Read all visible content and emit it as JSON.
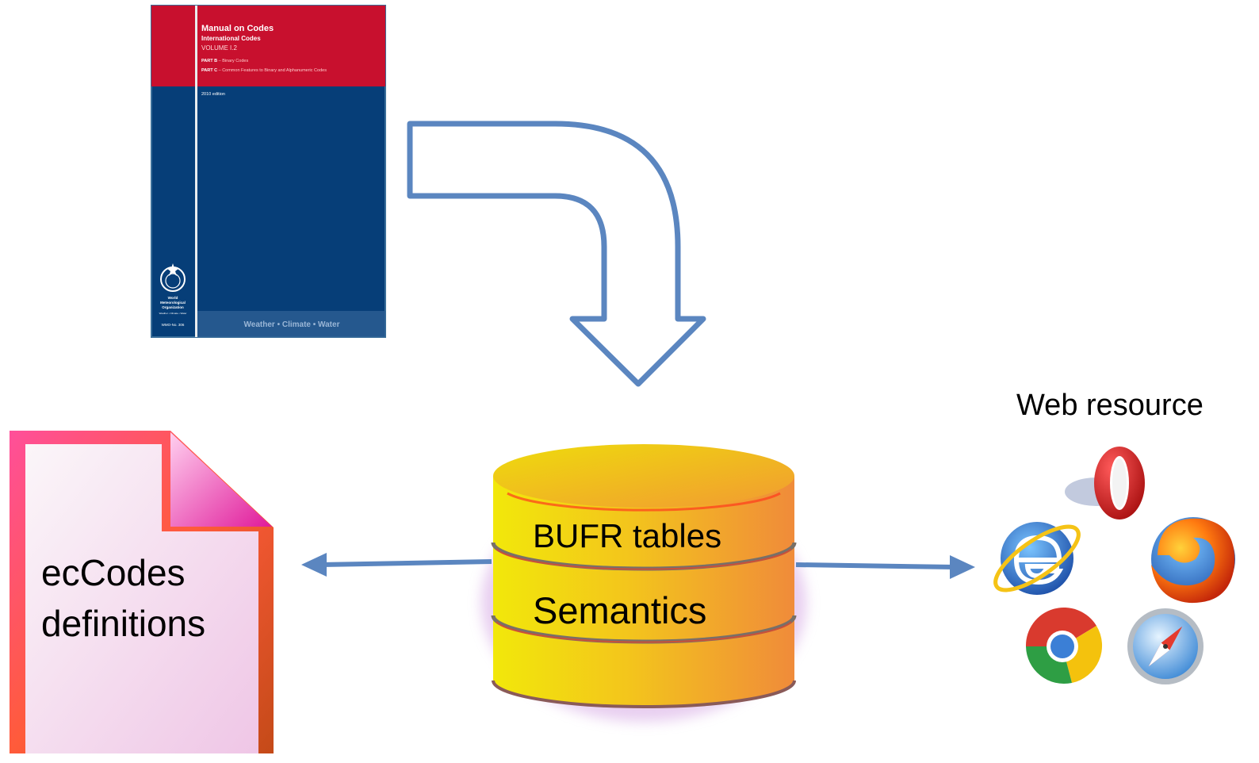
{
  "manual": {
    "title": "Manual on Codes",
    "subtitle": "International Codes",
    "volume": "VOLUME I.2",
    "part_b_prefix": "PART B",
    "part_b_text": " – Binary Codes",
    "part_c_prefix": "PART C",
    "part_c_text": " – Common Features to Binary and Alphanumeric Codes",
    "edition": "2010 edition",
    "org_line1": "World",
    "org_line2": "Meteorological",
    "org_line3": "Organization",
    "org_line4": "Weather • Climate • Water",
    "doc_number": "WMO-No. 306",
    "footer_tagline": "Weather • Climate • Water"
  },
  "database": {
    "line1": "BUFR tables",
    "line2": "Semantics"
  },
  "definitions_doc": {
    "line1": "ecCodes",
    "line2": "definitions"
  },
  "web": {
    "label": "Web resource",
    "icons": [
      "opera-icon",
      "internet-explorer-icon",
      "firefox-icon",
      "chrome-icon",
      "safari-icon"
    ]
  },
  "colors": {
    "arrow": "#5b86c0",
    "cover_red": "#c8102e",
    "cover_blue": "#063e78",
    "cylinder_yellow": "#ecd60a",
    "cylinder_orange": "#f39a3a"
  }
}
